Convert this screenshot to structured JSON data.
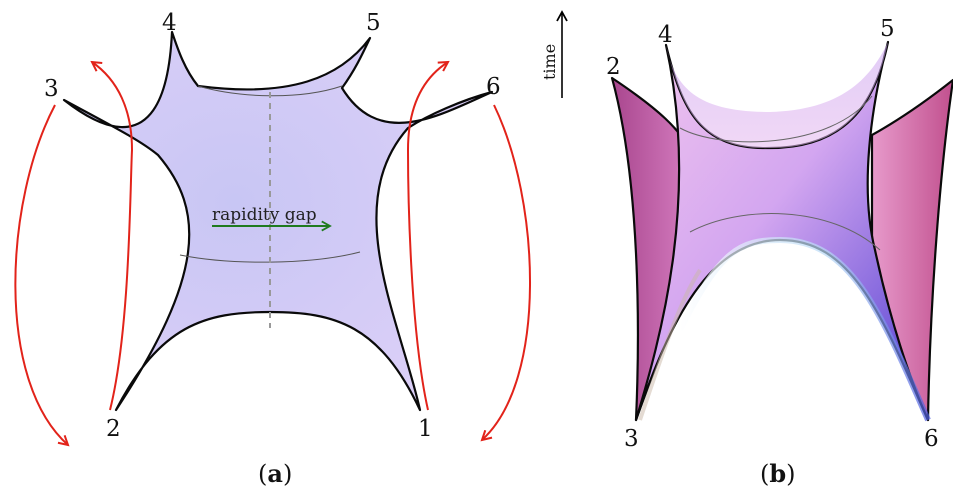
{
  "panel_a": {
    "caption_open": "(",
    "caption_letter": "a",
    "caption_close": ")",
    "corner_labels": [
      "1",
      "2",
      "3",
      "4",
      "5",
      "6"
    ],
    "gap_label": "rapidity gap",
    "colors": {
      "surface": "#cfc8f6",
      "arrows": "#e2231a",
      "gap_arrow": "#1f7a1f",
      "divider": "#999999"
    }
  },
  "panel_b": {
    "caption_open": "(",
    "caption_letter": "b",
    "caption_close": ")",
    "corner_labels": [
      "2",
      "3",
      "4",
      "5",
      "6"
    ],
    "time_label": "time",
    "colors": {
      "surface_light": "#efc2ec",
      "surface_mid": "#c9a4ee",
      "surface_dark": "#5c3fd4",
      "side_wing": "#c2529a"
    }
  }
}
